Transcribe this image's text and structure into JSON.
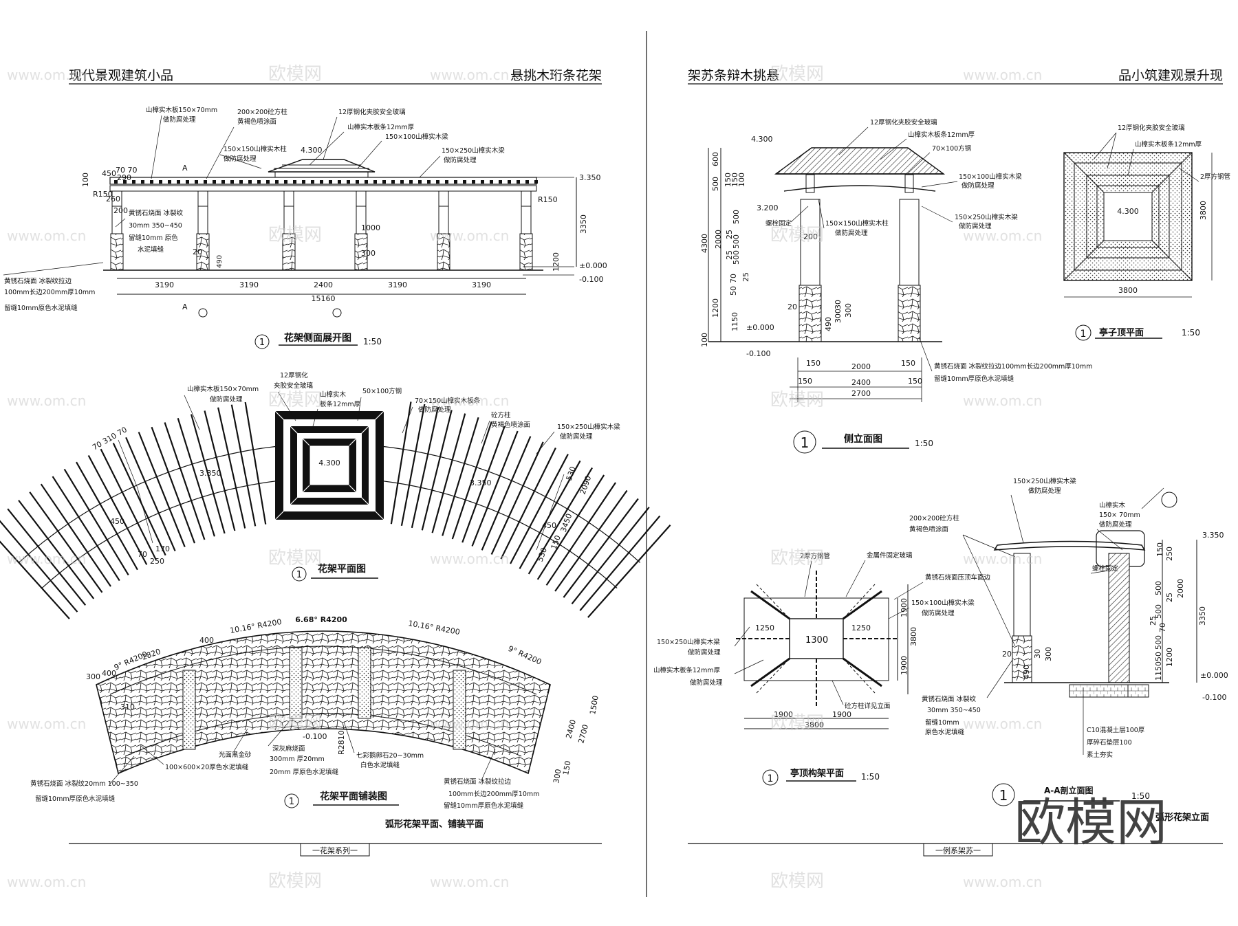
{
  "left_sheet": {
    "header_left": "现代景观建筑小品",
    "header_right": "悬挑木珩条花架",
    "footer": "一花架系列一",
    "elevation": {
      "title_no": "1",
      "title": "花架侧面展开图",
      "scale": "1:50",
      "callouts": [
        "山樟实木板150×70mm",
        "做防腐处理",
        "200×200砼方柱",
        "黄褐色喷涂面",
        "12厚钢化夹胶安全玻璃",
        "山樟实木板条12mm厚",
        "150×100山樟实木梁",
        "150×150山樟实木柱",
        "做防腐处理",
        "150×250山樟实木梁",
        "做防腐处理",
        "黄锈石烧面  冰裂纹",
        "30mm  350~450",
        "留缝10mm 原色",
        "水泥填缝",
        "黄锈石烧面  冰裂纹拉边",
        "100mm长边200mm厚10mm",
        "留缝10mm原色水泥填缝"
      ],
      "levels": [
        "4.300",
        "3.350",
        "±0.000",
        "-0.100"
      ],
      "spans": [
        "3190",
        "3190",
        "2400",
        "3190",
        "3190"
      ],
      "total": "15160",
      "dims_misc": [
        "450",
        "70 70",
        "290",
        "100",
        "R150",
        "260",
        "200",
        "20",
        "490",
        "1000",
        "300",
        "200",
        "150",
        "1200",
        "3350",
        "R150",
        "20"
      ],
      "section_mark": "A"
    },
    "plan": {
      "title_no": "1",
      "title": "花架平面图",
      "callouts": [
        "山樟实木板150×70mm",
        "做防腐处理",
        "12厚钢化",
        "夹胶安全玻璃",
        "山樟实木",
        "板条12mm厚",
        "50×100方钢",
        "70×150山樟实木板条",
        "做防腐处理",
        "砼方柱",
        "黄褐色喷涂面",
        "150×250山樟实木梁",
        "做防腐处理"
      ],
      "levels": [
        "4.300",
        "3.350",
        "3.350"
      ],
      "dims": [
        "70 310 70",
        "450",
        "70",
        "170",
        "250",
        "530",
        "150",
        "2090",
        "3450",
        "450",
        "530",
        "150"
      ]
    },
    "paving": {
      "title_no": "1",
      "title": "花架平面铺装图",
      "subtitle": "弧形花架平面、铺装平面",
      "arcs": [
        "9° R4200",
        "10.16° R4200",
        "6.68° R4200",
        "10.16° R4200",
        "9° R4200"
      ],
      "dims": [
        "400",
        "2820",
        "300",
        "400",
        "310",
        "2400",
        "2700",
        "1500",
        "300",
        "150",
        "R2810"
      ],
      "level": "-0.100",
      "callouts": [
        "光面黑金砂",
        "深灰麻烧面",
        "300mm  厚20mm",
        "20mm 厚原色水泥填缝",
        "七彩鹅卵石20~30mm",
        "白色水泥填缝",
        "100×600×20厚色水泥填缝",
        "黄锈石烧面  冰裂纹20mm  100~350",
        "留缝10mm厚原色水泥填缝",
        "黄锈石烧面  冰裂纹拉边",
        "100mm长边200mm厚10mm",
        "留缝10mm厚原色水泥填缝"
      ]
    }
  },
  "right_sheet": {
    "header_left": "架苏条辩木挑悬",
    "header_right": "品小筑建观景升现",
    "footer": "一例系架苏一",
    "side_elevation": {
      "title_no": "1",
      "title": "侧立面图",
      "scale": "1:50",
      "callouts": [
        "12厚钢化夹胶安全玻璃",
        "山樟实木板条12mm厚",
        "70×100方钢",
        "150×100山樟实木梁",
        "做防腐处理",
        "螺栓固定",
        "150×150山樟实木柱",
        "做防腐处理",
        "150×250山樟实木梁",
        "做防腐处理",
        "黄锈石烧面  冰裂纹拉边100mm长边200mm厚10mm",
        "留缝10mm厚原色水泥填缝"
      ],
      "levels": [
        "4.300",
        "3.200",
        "±0.000",
        "-0.100"
      ],
      "dims_v": [
        "600",
        "500",
        "150",
        "150",
        "100",
        "500",
        "25",
        "500",
        "2000",
        "25",
        "500",
        "70",
        "50",
        "25",
        "4300",
        "1200",
        "1150",
        "100"
      ],
      "dims_small": [
        "200",
        "20",
        "30",
        "490",
        "300",
        "300"
      ],
      "dims_h": [
        "150",
        "2000",
        "150",
        "150",
        "2400",
        "150",
        "2700"
      ]
    },
    "roof_plan": {
      "title_no": "1",
      "title": "亭子顶平面",
      "scale": "1:50",
      "callouts": [
        "12厚钢化夹胶安全玻璃",
        "山樟实木板条12mm厚",
        "2厚方钢管"
      ],
      "level": "4.300",
      "dim_v": "3800",
      "dim_h": "3800"
    },
    "frame_plan": {
      "title_no": "1",
      "title": "亭顶构架平面",
      "scale": "1:50",
      "callouts": [
        "2厚方钢管",
        "金属件固定玻璃",
        "黄锈石烧面压顶车面边",
        "150×100山樟实木梁",
        "做防腐处理",
        "150×250山樟实木梁",
        "做防腐处理",
        "山樟实木板条12mm厚",
        "做防腐处理",
        "砼方柱详见立面"
      ],
      "dims": [
        "1250",
        "1300",
        "1250",
        "1900",
        "3800",
        "1900",
        "1900",
        "1900",
        "3800"
      ]
    },
    "section": {
      "title_no": "1",
      "title": "A-A剖立面图",
      "scale": "1:50",
      "subtitle": "弧形花架立面",
      "callouts": [
        "150×250山樟实木梁",
        "做防腐处理",
        "山樟实木",
        "150×  70mm",
        "做防腐处理",
        "螺栓固定",
        "200×200砼方柱",
        "黄褐色喷涂面",
        "黄锈石烧面  冰裂纹",
        "30mm  350~450",
        "留缝10mm",
        "原色水泥填缝",
        "C10混凝土层100厚",
        "厚碎石垫层100",
        "素土夯实"
      ],
      "levels": [
        "3.350",
        "±0.000",
        "-0.100"
      ],
      "dims": [
        "150",
        "250",
        "500",
        "25",
        "2000",
        "500",
        "25",
        "70",
        "500",
        "50",
        "1200",
        "1150",
        "3350",
        "20",
        "30",
        "490",
        "300"
      ]
    }
  },
  "watermark": {
    "brand": "欧模网",
    "url": "www.om.cn",
    "url_short": "om.cn"
  }
}
